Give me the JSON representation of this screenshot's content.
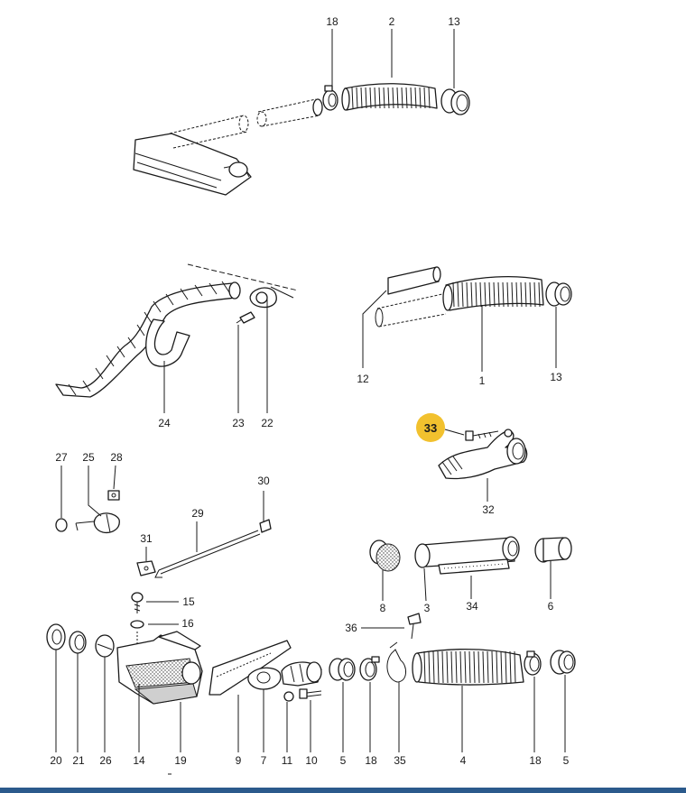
{
  "callouts": [
    {
      "id": "c18a",
      "label": "18"
    },
    {
      "id": "c2a",
      "label": "2"
    },
    {
      "id": "c13a",
      "label": "13"
    },
    {
      "id": "c12",
      "label": "12"
    },
    {
      "id": "c1",
      "label": "1"
    },
    {
      "id": "c13b",
      "label": "13"
    },
    {
      "id": "c24",
      "label": "24"
    },
    {
      "id": "c23",
      "label": "23"
    },
    {
      "id": "c22",
      "label": "22"
    },
    {
      "id": "c33",
      "label": "33"
    },
    {
      "id": "c32",
      "label": "32"
    },
    {
      "id": "c27",
      "label": "27"
    },
    {
      "id": "c25",
      "label": "25"
    },
    {
      "id": "c28",
      "label": "28"
    },
    {
      "id": "c30",
      "label": "30"
    },
    {
      "id": "c29",
      "label": "29"
    },
    {
      "id": "c31",
      "label": "31"
    },
    {
      "id": "c15",
      "label": "15"
    },
    {
      "id": "c16",
      "label": "16"
    },
    {
      "id": "c8",
      "label": "8"
    },
    {
      "id": "c3",
      "label": "3"
    },
    {
      "id": "c34",
      "label": "34"
    },
    {
      "id": "c6",
      "label": "6"
    },
    {
      "id": "c36",
      "label": "36"
    },
    {
      "id": "c20",
      "label": "20"
    },
    {
      "id": "c21",
      "label": "21"
    },
    {
      "id": "c26",
      "label": "26"
    },
    {
      "id": "c14",
      "label": "14"
    },
    {
      "id": "c19",
      "label": "19"
    },
    {
      "id": "c9",
      "label": "9"
    },
    {
      "id": "c7",
      "label": "7"
    },
    {
      "id": "c11",
      "label": "11"
    },
    {
      "id": "c10",
      "label": "10"
    },
    {
      "id": "c5a",
      "label": "5"
    },
    {
      "id": "c18b",
      "label": "18"
    },
    {
      "id": "c35",
      "label": "35"
    },
    {
      "id": "c4",
      "label": "4"
    },
    {
      "id": "c18c",
      "label": "18"
    },
    {
      "id": "c5b",
      "label": "5"
    }
  ],
  "highlight": {
    "label": "33",
    "color": "#f2c12e"
  },
  "footer": {
    "color": "#2b5a8c"
  }
}
